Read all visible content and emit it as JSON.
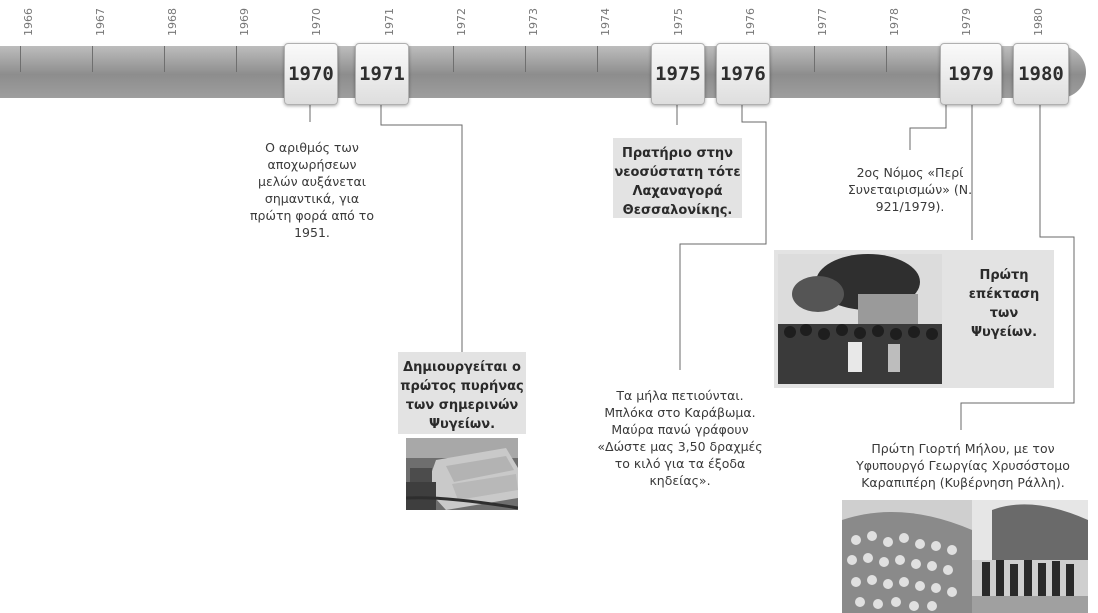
{
  "axis_years": [
    "1966",
    "1967",
    "1968",
    "1969",
    "1970",
    "1971",
    "1972",
    "1973",
    "1974",
    "1975",
    "1976",
    "1977",
    "1978",
    "1979",
    "1980"
  ],
  "milestones": [
    {
      "year": "1970"
    },
    {
      "year": "1971"
    },
    {
      "year": "1975"
    },
    {
      "year": "1976"
    },
    {
      "year": "1979"
    },
    {
      "year": "1980"
    }
  ],
  "events": {
    "e1970": "Ο αριθμός των αποχωρήσεων μελών αυξάνεται σημαντικά, για πρώτη φορά από το 1951.",
    "e1971": "Δημιουργείται ο πρώτος πυρήνας των σημερινών Ψυγείων.",
    "e1975": "Πρατήριο στην νεοσύστατη τότε Λαχαναγορά Θεσσαλονίκης.",
    "e1976": "Τα μήλα πετιούνται. Μπλόκα στο Καράβωμα. Μαύρα πανώ γράφουν «Δώστε μας 3,50 δραχμές το κιλό για τα έξοδα κηδείας».",
    "e1979_law": "2ος Νόμος «Περί Συνεταιρισμών» (Ν. 921/1979).",
    "e1979_ext": "Πρώτη επέκταση των Ψυγείων.",
    "e1980": "Πρώτη Γιορτή Μήλου, με τον Υφυπουργό Γεωργίας Χρυσόστομο Καραπιπέρη (Κυβέρνηση Ράλλη)."
  },
  "colors": {
    "bar": "#9a9a9a",
    "box": "#e3e3e3",
    "line": "#6a6a6a"
  }
}
